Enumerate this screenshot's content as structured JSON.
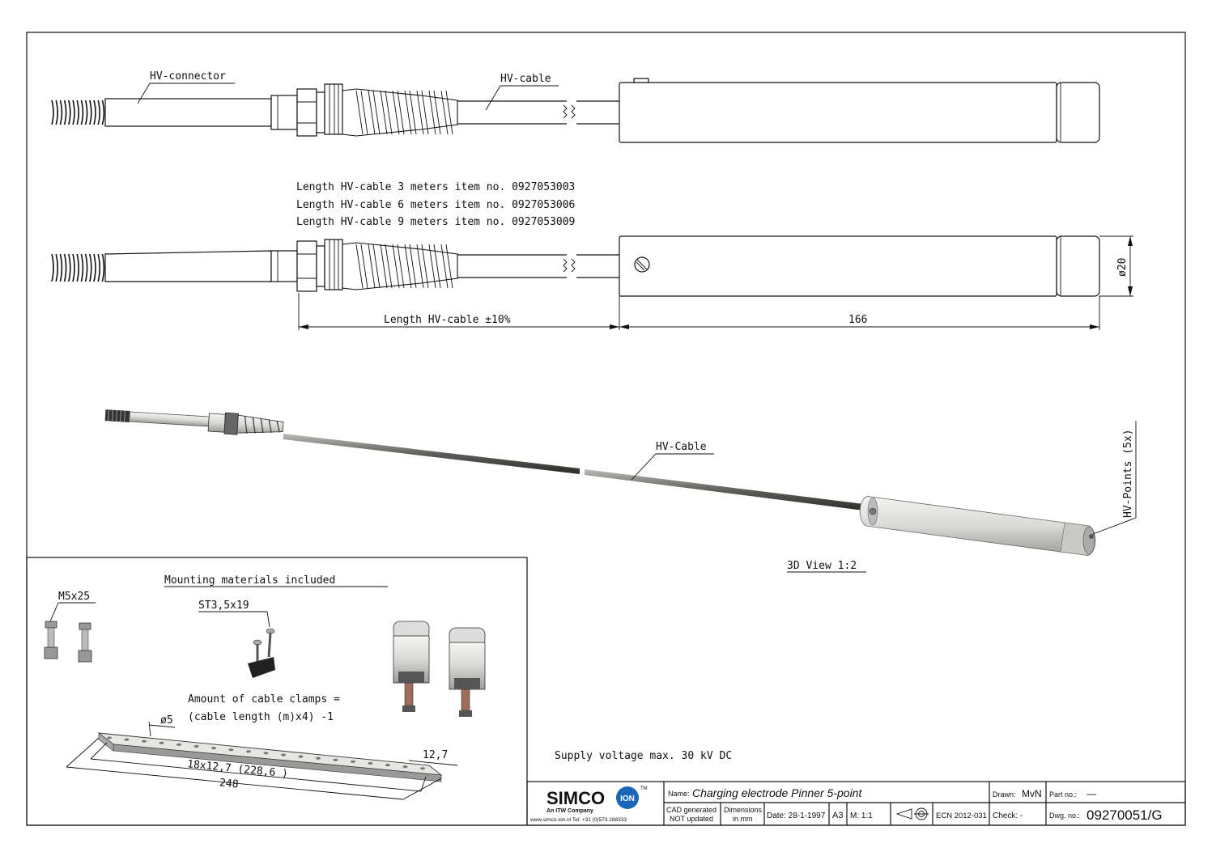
{
  "views": {
    "top": {
      "connector_label": "HV-connector",
      "cable_label": "HV-cable"
    },
    "side": {
      "item_lines": [
        "Length HV-cable 3 meters item no. 0927053003",
        "Length HV-cable 6 meters item no. 0927053006",
        "Length HV-cable 9 meters item no. 0927053009"
      ],
      "dim_cable_length": "Length HV-cable  ±10%",
      "dim_body_length": "166",
      "dim_diameter": "ø20"
    },
    "iso": {
      "cable_label": "HV-Cable",
      "points_label": "HV-Points (5x)",
      "view_label": "3D View 1:2"
    }
  },
  "mounting": {
    "title": "Mounting materials included",
    "bolt_label": "M5x25",
    "screw_label": "ST3,5x19",
    "clamps_note_1": "Amount of cable clamps =",
    "clamps_note_2": "(cable length (m)x4) -1",
    "hole_dim": "ø5",
    "pitch_dim": "18x12,7   (228,6 )",
    "total_dim": "248",
    "end_dim": "12,7"
  },
  "supply_note": "Supply voltage max. 30 kV DC",
  "titleblock": {
    "brand": "SIMCO",
    "brand_badge": "ION",
    "tm": "TM",
    "itw": "An ITW Company",
    "contact": "www.simco-ion.nl   Tel: +31 (0)573 288333",
    "name_label": "Name:",
    "name_value": "Charging electrode Pinner 5-point",
    "drawn_label": "Drawn:",
    "drawn_value": "MvN",
    "part_label": "Part no.:",
    "part_value": "—",
    "cad_1": "CAD generated",
    "cad_2": "NOT updated",
    "dims_1": "Dimensions",
    "dims_2": "in mm",
    "date": "Date: 28-1-1997",
    "size": "A3",
    "scale": "M: 1:1",
    "ecn": "ECN 2012-031",
    "check": "Check: -",
    "dwg_label": "Dwg. no.:",
    "dwg_value": "09270051/G"
  }
}
